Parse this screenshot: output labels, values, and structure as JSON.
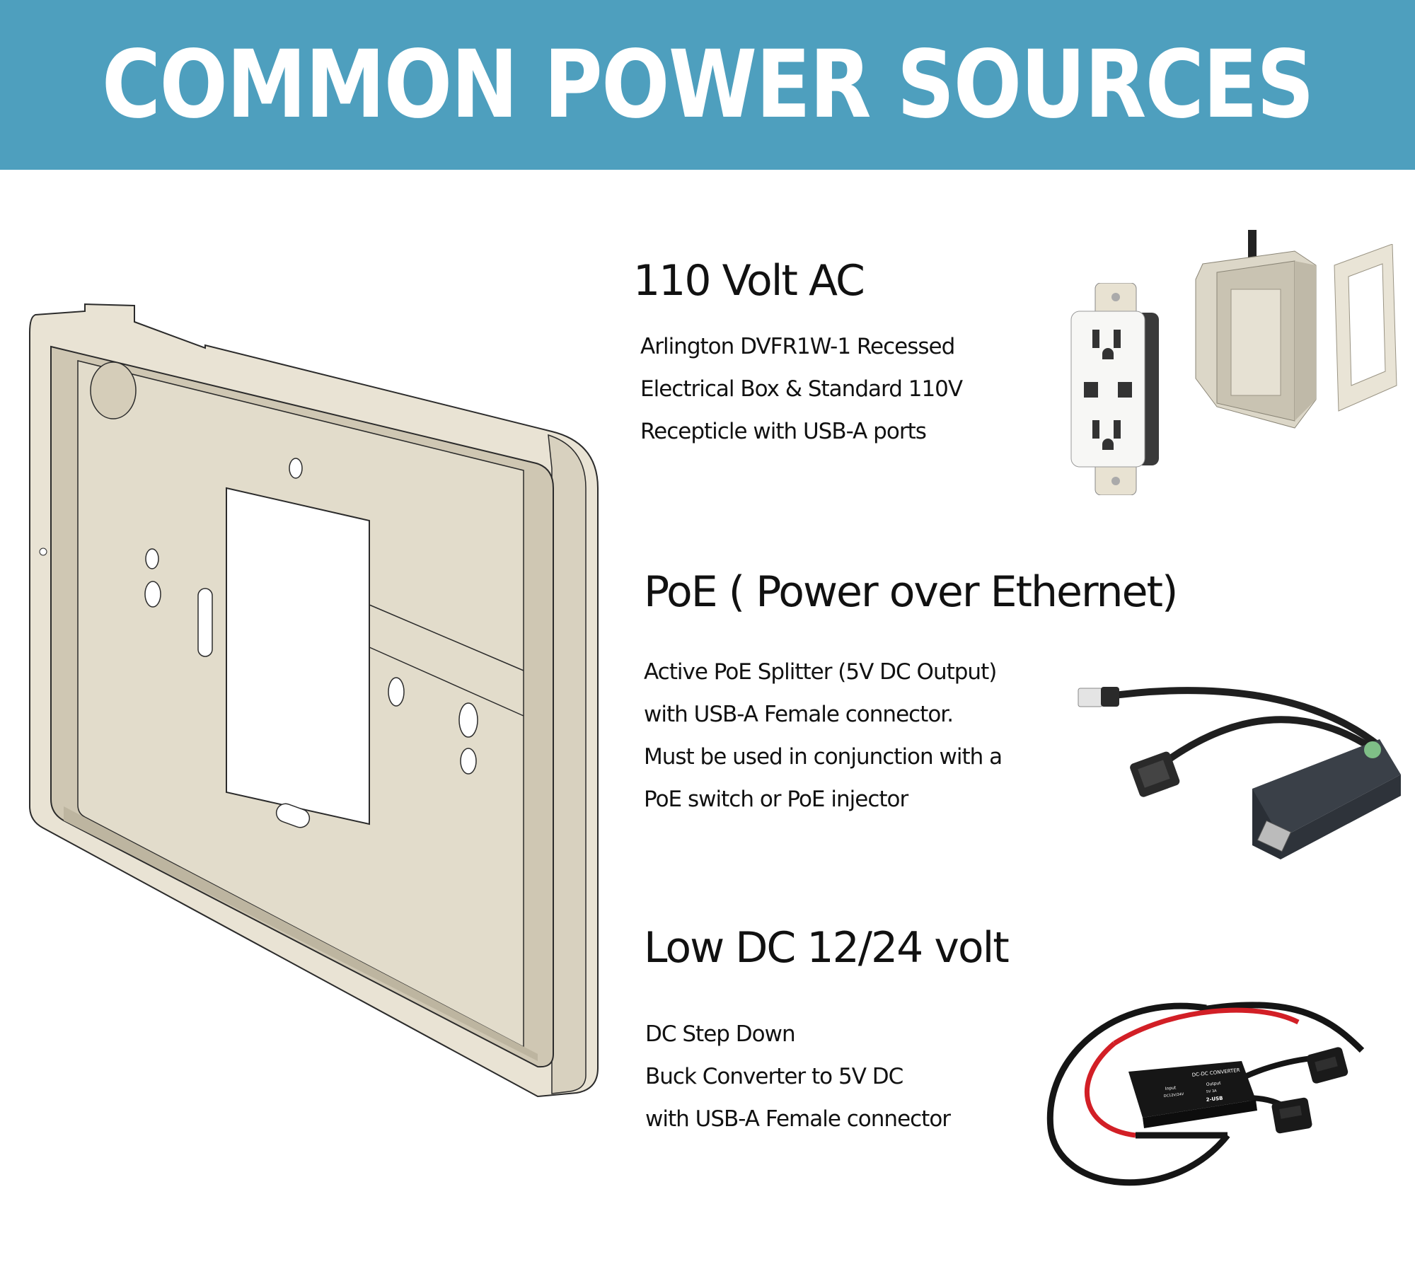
{
  "header": {
    "title": "COMMON POWER SOURCES",
    "color": "#4e9fbe"
  },
  "sections": [
    {
      "title": "110 Volt AC",
      "lines": [
        "Arlington DVFR1W-1 Recessed",
        "Electrical Box & Standard 110V",
        "Recepticle with USB-A ports"
      ]
    },
    {
      "title": "PoE ( Power over Ethernet)",
      "lines": [
        "Active PoE Splitter (5V DC Output)",
        "with USB-A Female connector.",
        "Must be used in conjunction with a",
        "PoE switch or PoE injector"
      ]
    },
    {
      "title": "Low DC 12/24 volt",
      "lines": [
        "DC Step Down",
        "Buck Converter to 5V DC",
        "with USB-A Female connector"
      ]
    }
  ],
  "converter_label": {
    "brand": "DC-DC CONVERTER",
    "input": "Input",
    "input_value": "DC12V/24V",
    "output": "Output",
    "output_value": "5V 3A",
    "usb": "2-USB"
  },
  "icons": [
    "tablet-wall-mount-image",
    "usb-receptacle-image",
    "recessed-box-image",
    "wall-plate-image",
    "poe-splitter-image",
    "buck-converter-image"
  ]
}
